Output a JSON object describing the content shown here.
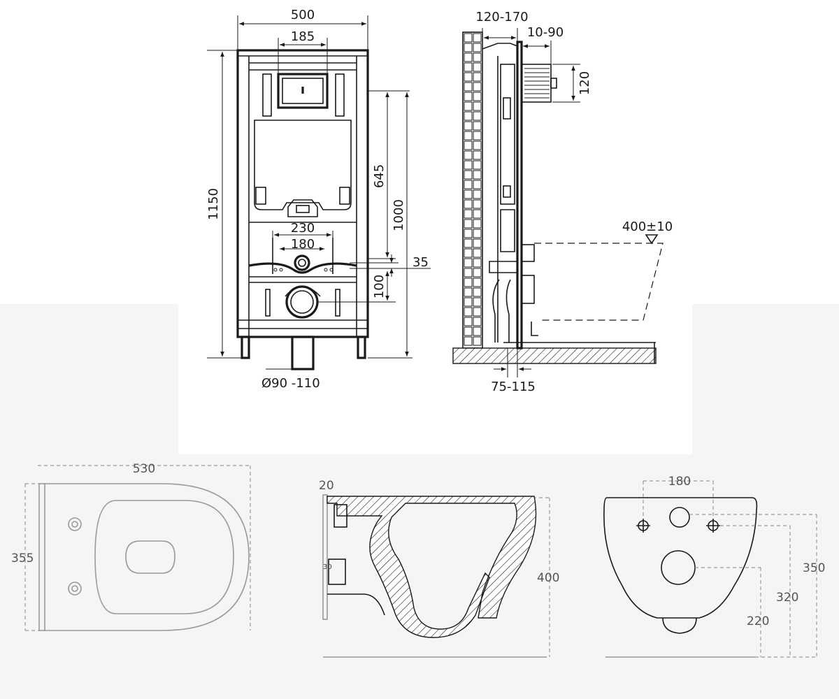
{
  "frame_front": {
    "width_total": "500",
    "width_flush_plate": "185",
    "height_total": "1150",
    "height_support": "645",
    "height_frame": "1000",
    "stud_spacing_outer": "230",
    "stud_spacing_inner": "180",
    "stud_offset": "35",
    "drain_offset": "100",
    "drain_diameter": "Ø90 -110"
  },
  "frame_side": {
    "wall_gap": "120-170",
    "plate_depth": "10-90",
    "flush_height": "120",
    "seat_height": "400±10",
    "floor_gap": "75-115"
  },
  "toilet_top": {
    "length": "530",
    "width": "355"
  },
  "toilet_side": {
    "rim": "20",
    "inlet": "30",
    "height": "400"
  },
  "toilet_back": {
    "hole_spacing": "180",
    "top_height": "350",
    "mid_height": "320",
    "drain_height": "220"
  }
}
